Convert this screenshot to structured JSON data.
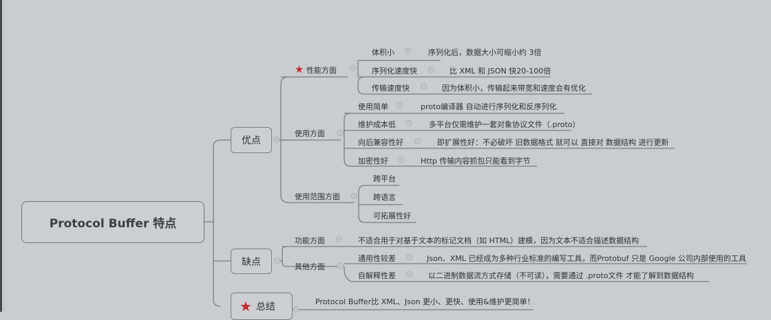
{
  "root": {
    "label": "Protocol Buffer 特点"
  },
  "colors": {
    "background": "#c9ccd0",
    "line": "#7a7d82",
    "star": "#c8262b",
    "text": "#2f3033"
  },
  "branches": {
    "advantages": {
      "label": "优点",
      "groups": {
        "performance": {
          "label": "性能方面",
          "icon": "star-icon",
          "items": [
            {
              "label": "体积小",
              "detail": "序列化后，数据大小可缩小约 3倍"
            },
            {
              "label": "序列化速度快",
              "detail": "比 XML 和 JSON 快20-100倍"
            },
            {
              "label": "传输速度快",
              "detail": "因为体积小，传输起来带宽和速度会有优化"
            }
          ]
        },
        "usage": {
          "label": "使用方面",
          "items": [
            {
              "label": "使用简单",
              "detail": "proto编译器 自动进行序列化和反序列化"
            },
            {
              "label": "维护成本低",
              "detail": "多平台仅需维护一套对象协议文件（.proto）"
            },
            {
              "label": "向后兼容性好",
              "detail": "即扩展性好：不必破坏 旧数据格式 就可以 直接对 数据结构 进行更新"
            },
            {
              "label": "加密性好",
              "detail": "Http 传输内容抓包只能看到字节"
            }
          ]
        },
        "scope": {
          "label": "使用范围方面",
          "items": [
            {
              "label": "跨平台"
            },
            {
              "label": "跨语言"
            },
            {
              "label": "可拓展性好"
            }
          ]
        }
      }
    },
    "disadvantages": {
      "label": "缺点",
      "groups": {
        "function": {
          "label": "功能方面",
          "detail": "不适合用于对基于文本的标记文档（如 HTML）建模，因为文本不适合描述数据结构"
        },
        "other": {
          "label": "其他方面",
          "items": [
            {
              "label": "通用性较差",
              "detail": "Json、XML 已经成为多种行业标准的编写工具，而Protobuf 只是 Google 公司内部使用的工具"
            },
            {
              "label": "自解释性差",
              "detail": "以二进制数据流方式存储（不可读），需要通过 .proto文件 才能了解到数据结构"
            }
          ]
        }
      }
    },
    "summary": {
      "label": "总结",
      "icon": "star-icon",
      "detail": "Protocol Buffer比 XML、Json 更小、更快、使用&维护更简单！"
    }
  }
}
